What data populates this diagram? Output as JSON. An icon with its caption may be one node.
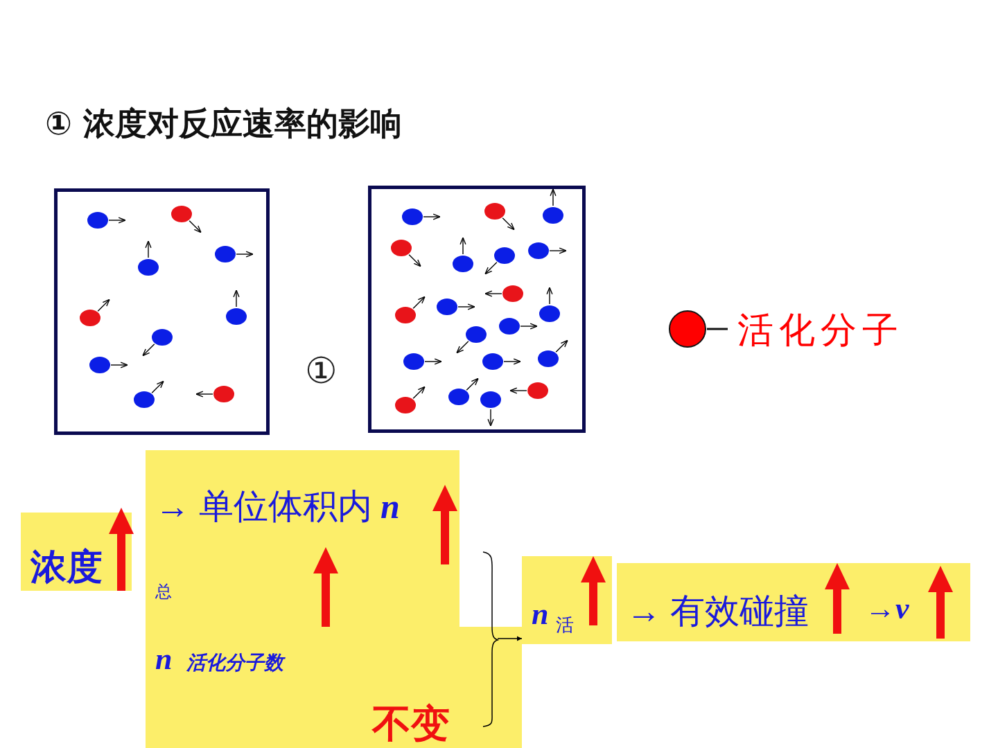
{
  "diagram": {
    "title": "① 浓度对反应速率的影响",
    "nodes": [
      {
        "text": [
          "浓度"
        ]
      },
      {
        "text": [
          "→ 单位体积内 **n**",
          "总",
          "**n** *活化分子数*",
          "不变"
        ]
      },
      {
        "text": [
          "**n** $_{活}$"
        ]
      },
      {
        "text": [
          "→ 有效碰撞",
          "→**v**"
        ]
      }
    ],
    "edges": [
      {
        "from": 1,
        "to": 2,
        "arrow": "to"
      }
    ],
    "labels": [
      "①"
    ],
    "legend": [
      {
        "text": "活化分子",
        "color": "#ff0000"
      }
    ]
  }
}
